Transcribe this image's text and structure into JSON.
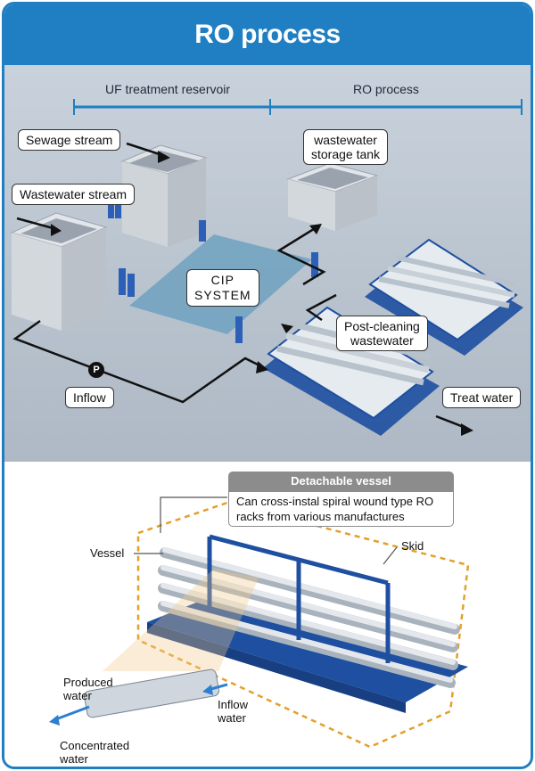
{
  "header": {
    "title": "RO process"
  },
  "sections": {
    "left": "UF treatment reservoir",
    "right": "RO process"
  },
  "labels": {
    "sewage": "Sewage stream",
    "wastewater": "Wastewater stream",
    "storage_line1": "wastewater",
    "storage_line2": "storage tank",
    "cip_line1": "CIP",
    "cip_line2": "SYSTEM",
    "post_line1": "Post-cleaning",
    "post_line2": "wastewater",
    "inflow": "Inflow",
    "treat": "Treat water",
    "pump": "P"
  },
  "detail": {
    "title": "Detachable vessel",
    "desc_line1": "Can cross-instal spiral wound type RO",
    "desc_line2": "racks from various manufactures",
    "vessel": "Vessel",
    "skid": "Skid",
    "produced_line1": "Produced",
    "produced_line2": "water",
    "inflow_line1": "Inflow",
    "inflow_line2": "water",
    "concentrated_line1": "Concentrated",
    "concentrated_line2": "water"
  },
  "colors": {
    "brand": "#1f7fc2",
    "frame_blue": "#1e4fa0",
    "cip_floor": "#6fa1bf",
    "dashed_outline": "#e3a02a"
  }
}
